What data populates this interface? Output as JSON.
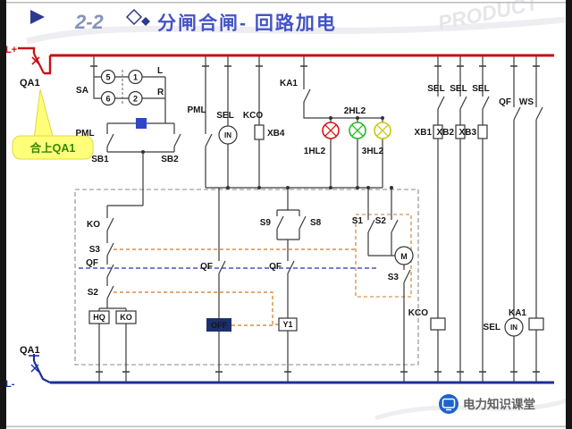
{
  "title": {
    "prefix": "2-2",
    "text": "分闸合闸- 回路加电"
  },
  "watermarks": {
    "product": "PRODUCT",
    "brand": "电力知识课堂"
  },
  "buses": {
    "positive": "L+",
    "negative": "L-"
  },
  "callout": {
    "text": "合上QA1"
  },
  "labels": {
    "qa1_top": "QA1",
    "qa1_bottom": "QA1",
    "sa": "SA",
    "sa_5": "5",
    "sa_1": "1",
    "sa_6": "6",
    "sa_2": "2",
    "pos_l": "L",
    "pos_r": "R",
    "pml_left": "PML",
    "pml_mid": "PML",
    "sb1": "SB1",
    "sb2": "SB2",
    "sel_mid": "SEL",
    "kco_mid": "KCO",
    "in_mid": "IN",
    "xb4": "XB4",
    "ka1_top": "KA1",
    "lamp1": "1HL2",
    "lamp2": "2HL2",
    "lamp3": "3HL2",
    "sel_r1": "SEL",
    "sel_r2": "SEL",
    "sel_r3": "SEL",
    "xb1": "XB1",
    "xb2": "XB2",
    "xb3": "XB3",
    "qf_right": "QF",
    "ws": "WS",
    "ko_left": "KO",
    "s3_left": "S3",
    "qf_left": "QF",
    "s2_left": "S2",
    "hq_box": "HQ",
    "ko_box": "KO",
    "off_box": "OFF",
    "y1_box": "Y1",
    "s9": "S9",
    "s8": "S8",
    "qf_mid1": "QF",
    "qf_mid2": "QF",
    "s1": "S1",
    "s2_right": "S2",
    "motor": "M",
    "s3_right": "S3",
    "kco_bottom": "KCO",
    "sel_bottom": "SEL",
    "in_bottom": "IN",
    "ka1_bottom": "KA1"
  },
  "colors": {
    "bus_positive": "#c41212",
    "bus_negative": "#1b2f99",
    "title": "#4353c6",
    "lamp_red": "#dd1111",
    "lamp_green": "#22bb22",
    "lamp_yellow": "#c8c814",
    "callout_bg": "#ffff7a",
    "callout_text": "#2f8a00",
    "link_orange": "#d07820",
    "link_blue": "#2233bb",
    "brand_blue": "#1e63c8"
  }
}
